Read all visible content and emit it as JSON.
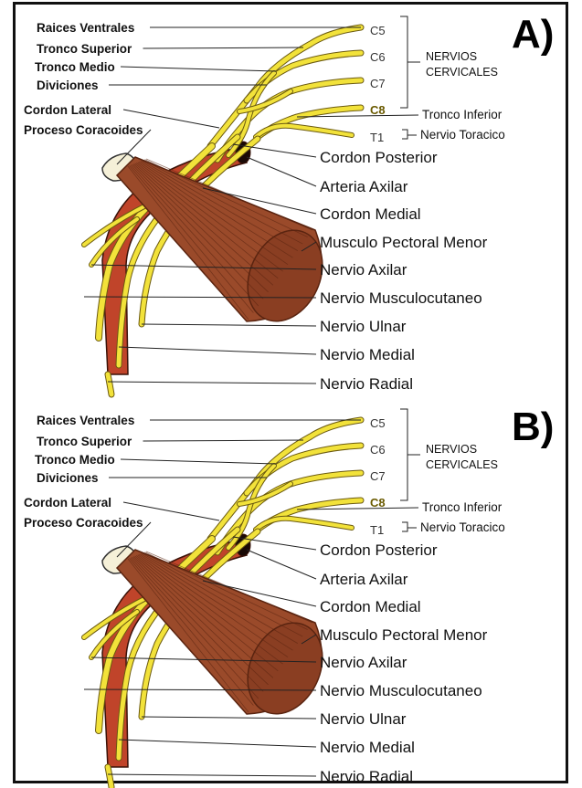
{
  "panels": [
    {
      "letter": "A)",
      "roots": [
        "C5",
        "C6",
        "C7",
        "C8",
        "T1"
      ],
      "group_label_1": "NERVIOS",
      "group_label_2": "CERVICALES",
      "left_labels": [
        "Raices Ventrales",
        "Tronco Superior",
        "Tronco Medio",
        "Diviciones",
        "Cordon Lateral",
        "Proceso Coracoides"
      ],
      "right_small": [
        "Tronco Inferior",
        "Nervio Toracico"
      ],
      "right_big": [
        "Cordon Posterior",
        "Arteria Axilar",
        "Cordon Medial",
        "Musculo Pectoral Menor",
        "Nervio Axilar",
        "Nervio Musculocutaneo",
        "Nervio Ulnar",
        "Nervio Medial",
        "Nervio Radial"
      ]
    },
    {
      "letter": "B)",
      "roots": [
        "C5",
        "C6",
        "C7",
        "C8",
        "T1"
      ],
      "group_label_1": "NERVIOS",
      "group_label_2": "CERVICALES",
      "left_labels": [
        "Raices Ventrales",
        "Tronco Superior",
        "Tronco Medio",
        "Diviciones",
        "Cordon Lateral",
        "Proceso Coracoides"
      ],
      "right_small": [
        "Tronco Inferior",
        "Nervio Toracico"
      ],
      "right_big": [
        "Cordon Posterior",
        "Arteria Axilar",
        "Cordon Medial",
        "Musculo Pectoral Menor",
        "Nervio Axilar",
        "Nervio Musculocutaneo",
        "Nervio Ulnar",
        "Nervio Medial",
        "Nervio Radial"
      ]
    }
  ],
  "colors": {
    "nerve": "#f2e23a",
    "nerve_outline": "#6b5a10",
    "muscle": "#9a4a2a",
    "muscle_dark": "#5a2410",
    "artery": "#c0442a",
    "bone": "#f5f0d8"
  }
}
